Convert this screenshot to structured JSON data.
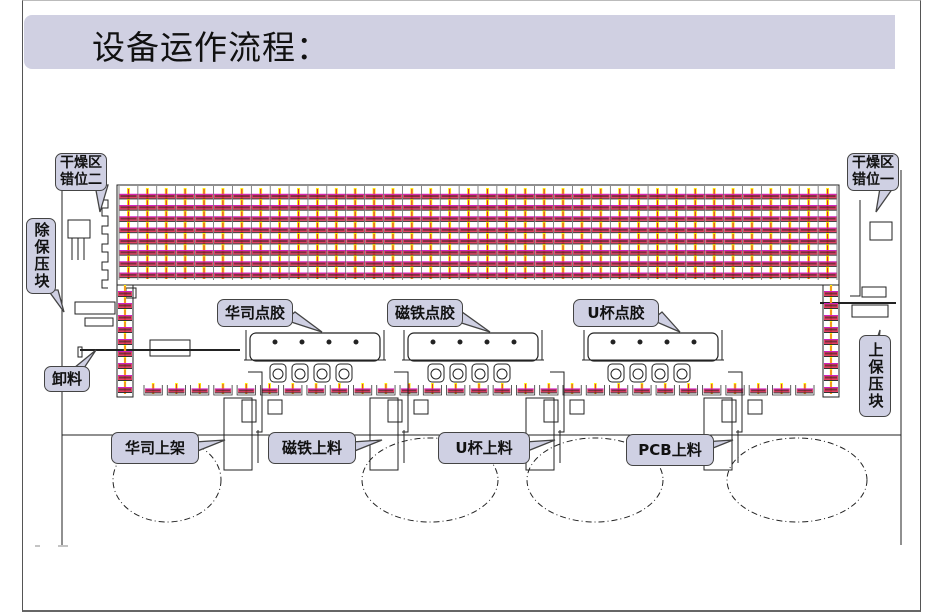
{
  "title": "设备运作流程：",
  "diagram": {
    "labels": {
      "dry_zone_2": "干燥区\n错位二",
      "dry_zone_1": "干燥区\n错位一",
      "remove_press_block": "除保压块",
      "unload": "卸料",
      "add_press_block": "上保压块",
      "washer_glue": "华司点胶",
      "magnet_glue": "磁铁点胶",
      "ucup_glue": "U杯点胶",
      "washer_load": "华司上架",
      "magnet_load": "磁铁上料",
      "ucup_load": "U杯上料",
      "pcb_load": "PCB上料"
    },
    "colors": {
      "callout_fill": "#cfd0e3",
      "title_fill": "#d0d0e2",
      "tray_red": "#e0204a",
      "tray_yellow": "#ffee00",
      "tray_magenta": "#d020c0"
    },
    "grid": {
      "rows": 8,
      "cols": 38
    },
    "bottom_trays": 29
  }
}
